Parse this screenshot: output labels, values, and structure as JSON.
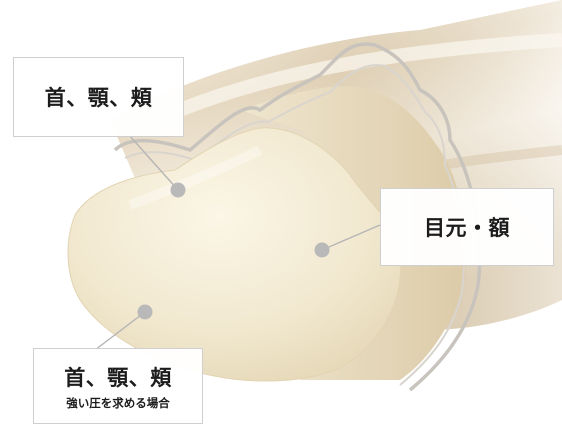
{
  "callouts": {
    "neck_top": {
      "title": "首、顎、頬"
    },
    "eyes_forehead": {
      "title": "目元・額"
    },
    "neck_bottom": {
      "title": "首、顎、頬",
      "subtitle": "強い圧を求める場合"
    }
  },
  "colors": {
    "head_face": "#f2ead2",
    "handle": "#dccbb0",
    "frame": "#c9c6c0",
    "leader_line": "#b5b5b5",
    "leader_dot": "#b9b9b9"
  }
}
